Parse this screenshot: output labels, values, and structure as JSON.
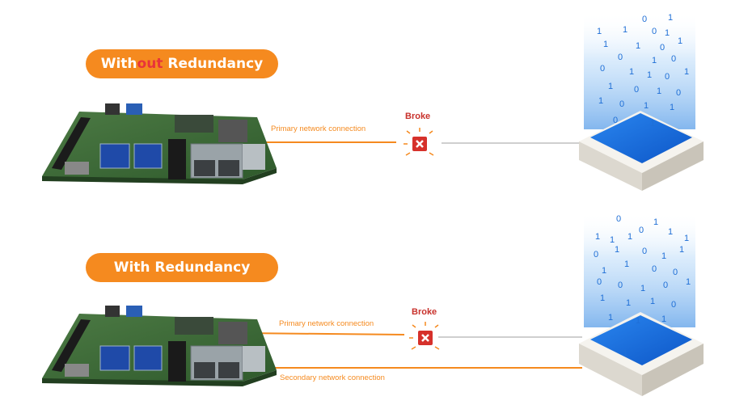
{
  "top": {
    "title_part1": "With",
    "title_highlight": "out",
    "title_part2": " Redundancy",
    "primary_label": "Primary network connection",
    "status": "Broke"
  },
  "bottom": {
    "title": "With Redundancy",
    "primary_label": "Primary network connection",
    "secondary_label": "Secondary network connection",
    "status": "Broke"
  },
  "colors": {
    "accent": "#f58a1f",
    "highlight": "#e8343a",
    "broke": "#c8312b",
    "cable_ok": "#f58a1f",
    "cable_down": "#cfcfcf",
    "server_glow": "#1e7be0"
  },
  "icons": [
    "motherboard-icon",
    "broken-link-icon",
    "server-icon",
    "binary-data-icon"
  ]
}
